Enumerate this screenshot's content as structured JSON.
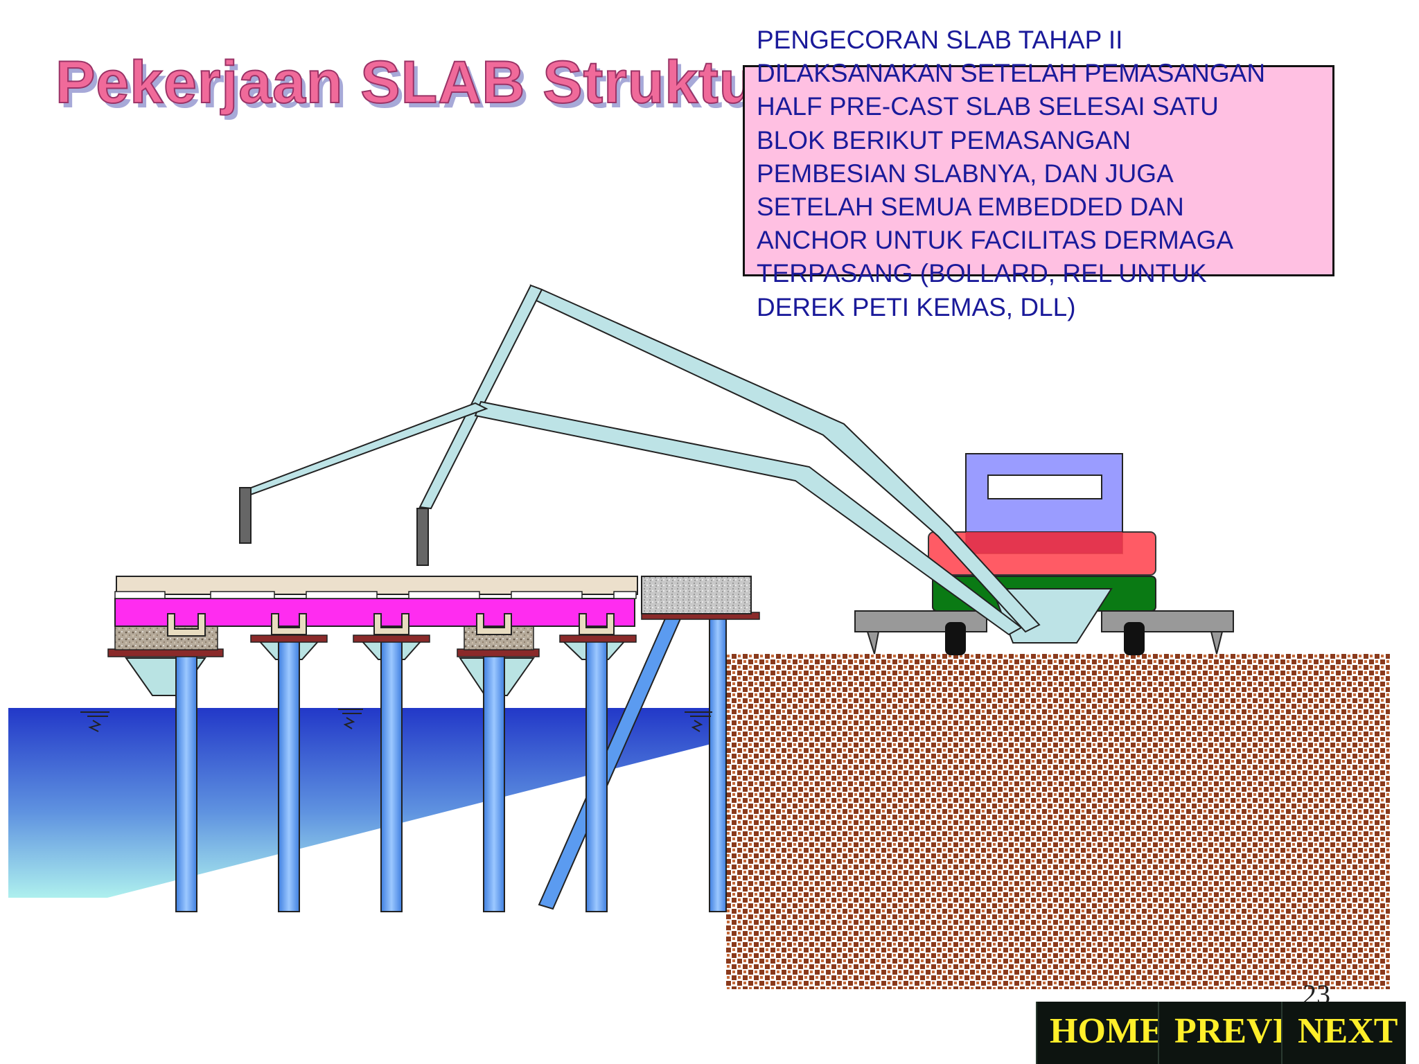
{
  "title": "Pekerjaan SLAB Struktur",
  "note": {
    "lines": [
      "PENGECORAN SLAB TAHAP II",
      "DILAKSANAKAN SETELAH PEMASANGAN",
      "HALF PRE-CAST SLAB SELESAI SATU",
      "BLOK BERIKUT PEMASANGAN",
      "PEMBESIAN SLABNYA, DAN JUGA",
      "SETELAH SEMUA EMBEDDED DAN",
      "ANCHOR UNTUK FACILITAS DERMAGA",
      "TERPASANG (BOLLARD, REL UNTUK",
      "DEREK PETI KEMAS, DLL)"
    ]
  },
  "page_number": "23",
  "nav": {
    "home": "HOME",
    "previous": "PREVIOUS",
    "next": "NEXT"
  },
  "colors": {
    "title_fill": "#f06a9a",
    "note_background": "#ffc0e2",
    "note_text": "#1a1a9a",
    "pile": "#5b9bf0",
    "slab_magenta": "#ff2cf0",
    "water_top": "#2238c8",
    "water_bottom": "#aef0ee",
    "boom": "#bde3e6",
    "truck_red": "#ff4a55",
    "truck_green": "#0a7a14",
    "truck_cab": "#9a9cff",
    "soil": "#8a3a1c",
    "nav_text": "#ffef2a"
  }
}
